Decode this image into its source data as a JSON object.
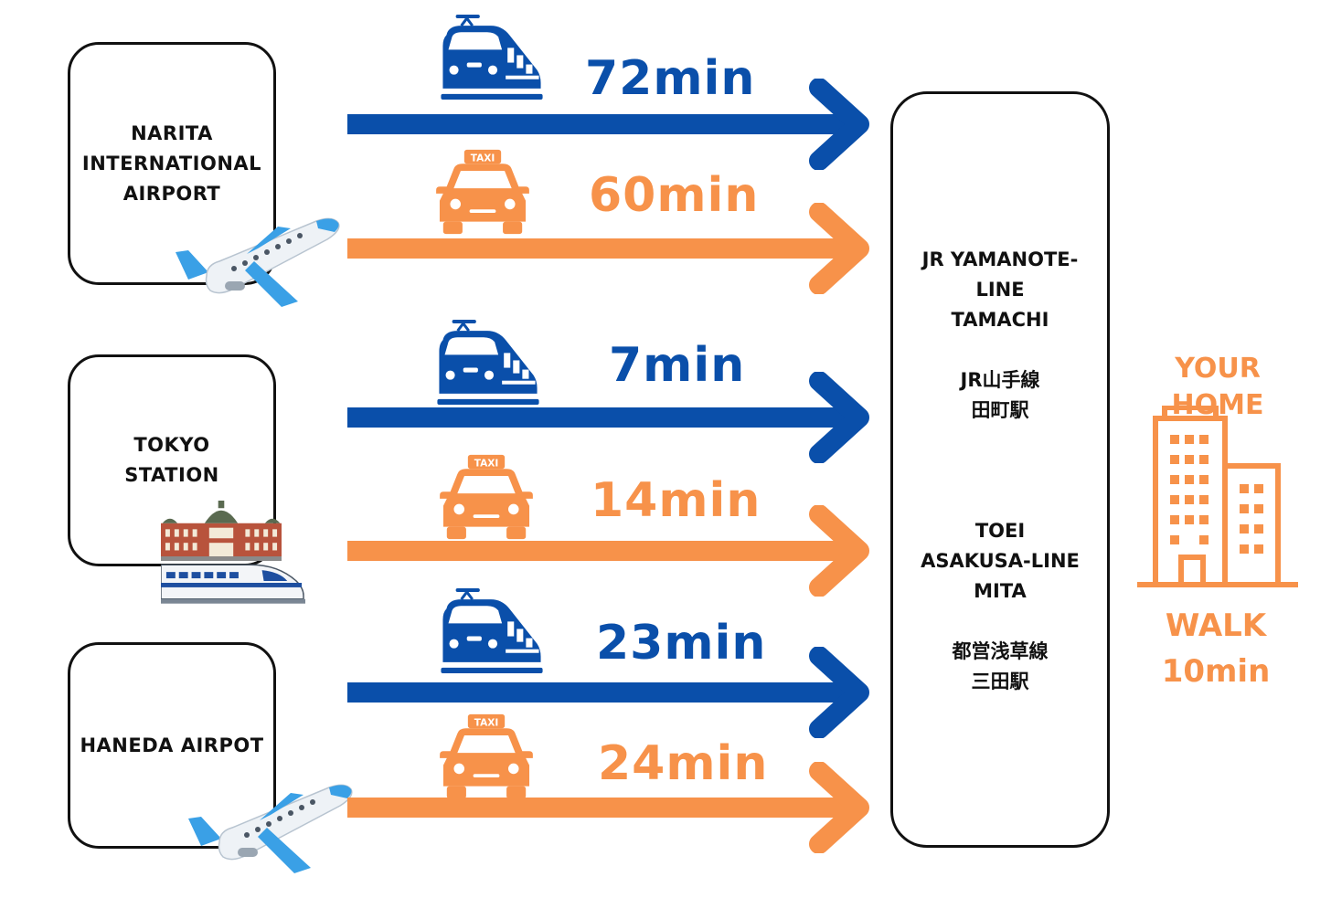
{
  "origins": [
    {
      "name": "NARITA\nINTERNATIONAL\nAIRPORT"
    },
    {
      "name": "TOKYO\nSTATION"
    },
    {
      "name": "HANEDA AIRPOT"
    }
  ],
  "routes": [
    {
      "mode": "train",
      "time": "72min"
    },
    {
      "mode": "taxi",
      "time": "60min"
    },
    {
      "mode": "train",
      "time": "7min"
    },
    {
      "mode": "taxi",
      "time": "14min"
    },
    {
      "mode": "train",
      "time": "23min"
    },
    {
      "mode": "taxi",
      "time": "24min"
    }
  ],
  "taxi_sign": "TAXI",
  "destination": {
    "line1_en": "JR YAMANOTE-\nLINE\nTAMACHI",
    "line1_jp": "JR山手線\n田町駅",
    "line2_en": "TOEI\nASAKUSA-LINE\nMITA",
    "line2_jp": "都営浅草線\n三田駅"
  },
  "home": {
    "title": "YOUR HOME",
    "walk_label": "WALK",
    "walk_time": "10min"
  },
  "colors": {
    "train": "#0a4faa",
    "taxi": "#f7924a"
  },
  "icons": [
    "train-icon",
    "taxi-icon",
    "airplane-icon",
    "station-building-icon",
    "shinkansen-icon",
    "building-icon"
  ]
}
